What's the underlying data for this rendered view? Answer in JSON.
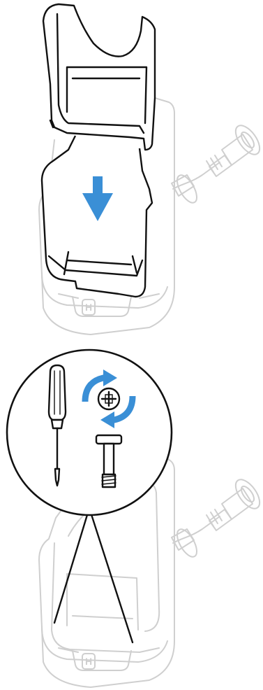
{
  "figure": {
    "step1": {
      "arrow_color": "#3a8fd6",
      "icons": [
        "cradle-cup-insert",
        "charging-cradle",
        "power-cable",
        "down-arrow"
      ]
    },
    "step2": {
      "arrow_color": "#3a8fd6",
      "icons": [
        "callout-circle",
        "screwdriver",
        "phillips-screw-head",
        "rotate-arrows",
        "screw",
        "charging-cradle",
        "power-cable"
      ]
    },
    "logo_mark": "H"
  }
}
